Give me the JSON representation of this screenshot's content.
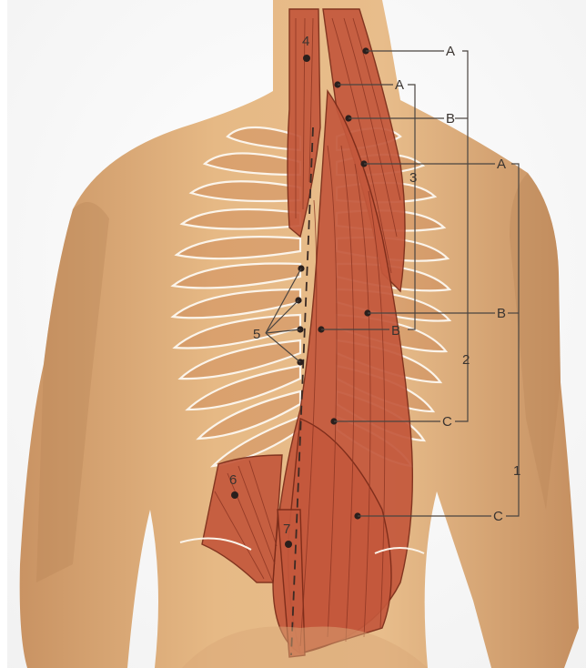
{
  "figure": {
    "labels": {
      "a_cervicis": "A",
      "a_thoracis": "A",
      "a_lumborum": "A",
      "b_cervicis": "B",
      "b_thoracis": "B",
      "b_lumborum": "B",
      "c_thoracis": "C",
      "c_lumborum": "C",
      "group_1": "1",
      "group_2": "2",
      "group_3": "3",
      "n4": "4",
      "n5": "5",
      "n6": "6",
      "n7": "7"
    },
    "colors": {
      "skin": "#e4b27e",
      "muscle": "#c4583c",
      "rib_outline": "#fbf4ea",
      "leader": "#4a4440"
    }
  }
}
